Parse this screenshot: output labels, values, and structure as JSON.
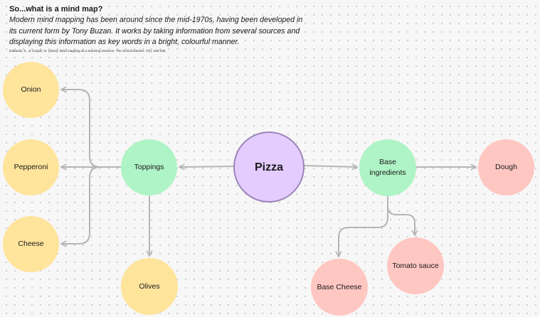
{
  "intro": {
    "title": "So...what is a mind map?",
    "body": "Modern mind mapping has been around since the mid-1970s, having been developed in its current form by Tony Buzan. It works by taking information from several sources and displaying this information as key words in a bright, colourful manner.",
    "citation": "Edwards, S., & Cooper, N. (2010). Mind mapping as a teaching resource. The clinical teacher, 7(4), 236-239."
  },
  "colors": {
    "connector": "#b5b5b5",
    "topic_fill": "#e4ccff",
    "topic_border": "#9b86b8",
    "branch_fill": "#aff4c6",
    "leaf_yellow": "#ffe49c",
    "leaf_red": "#ffc7c2"
  },
  "mind_map": {
    "central": "Pizza",
    "branches": [
      {
        "label": "Toppings",
        "children": [
          "Onion",
          "Pepperoni",
          "Cheese",
          "Olives"
        ]
      },
      {
        "label": "Base ingredients",
        "children": [
          "Dough",
          "Base Cheese",
          "Tomato sauce"
        ]
      }
    ]
  }
}
